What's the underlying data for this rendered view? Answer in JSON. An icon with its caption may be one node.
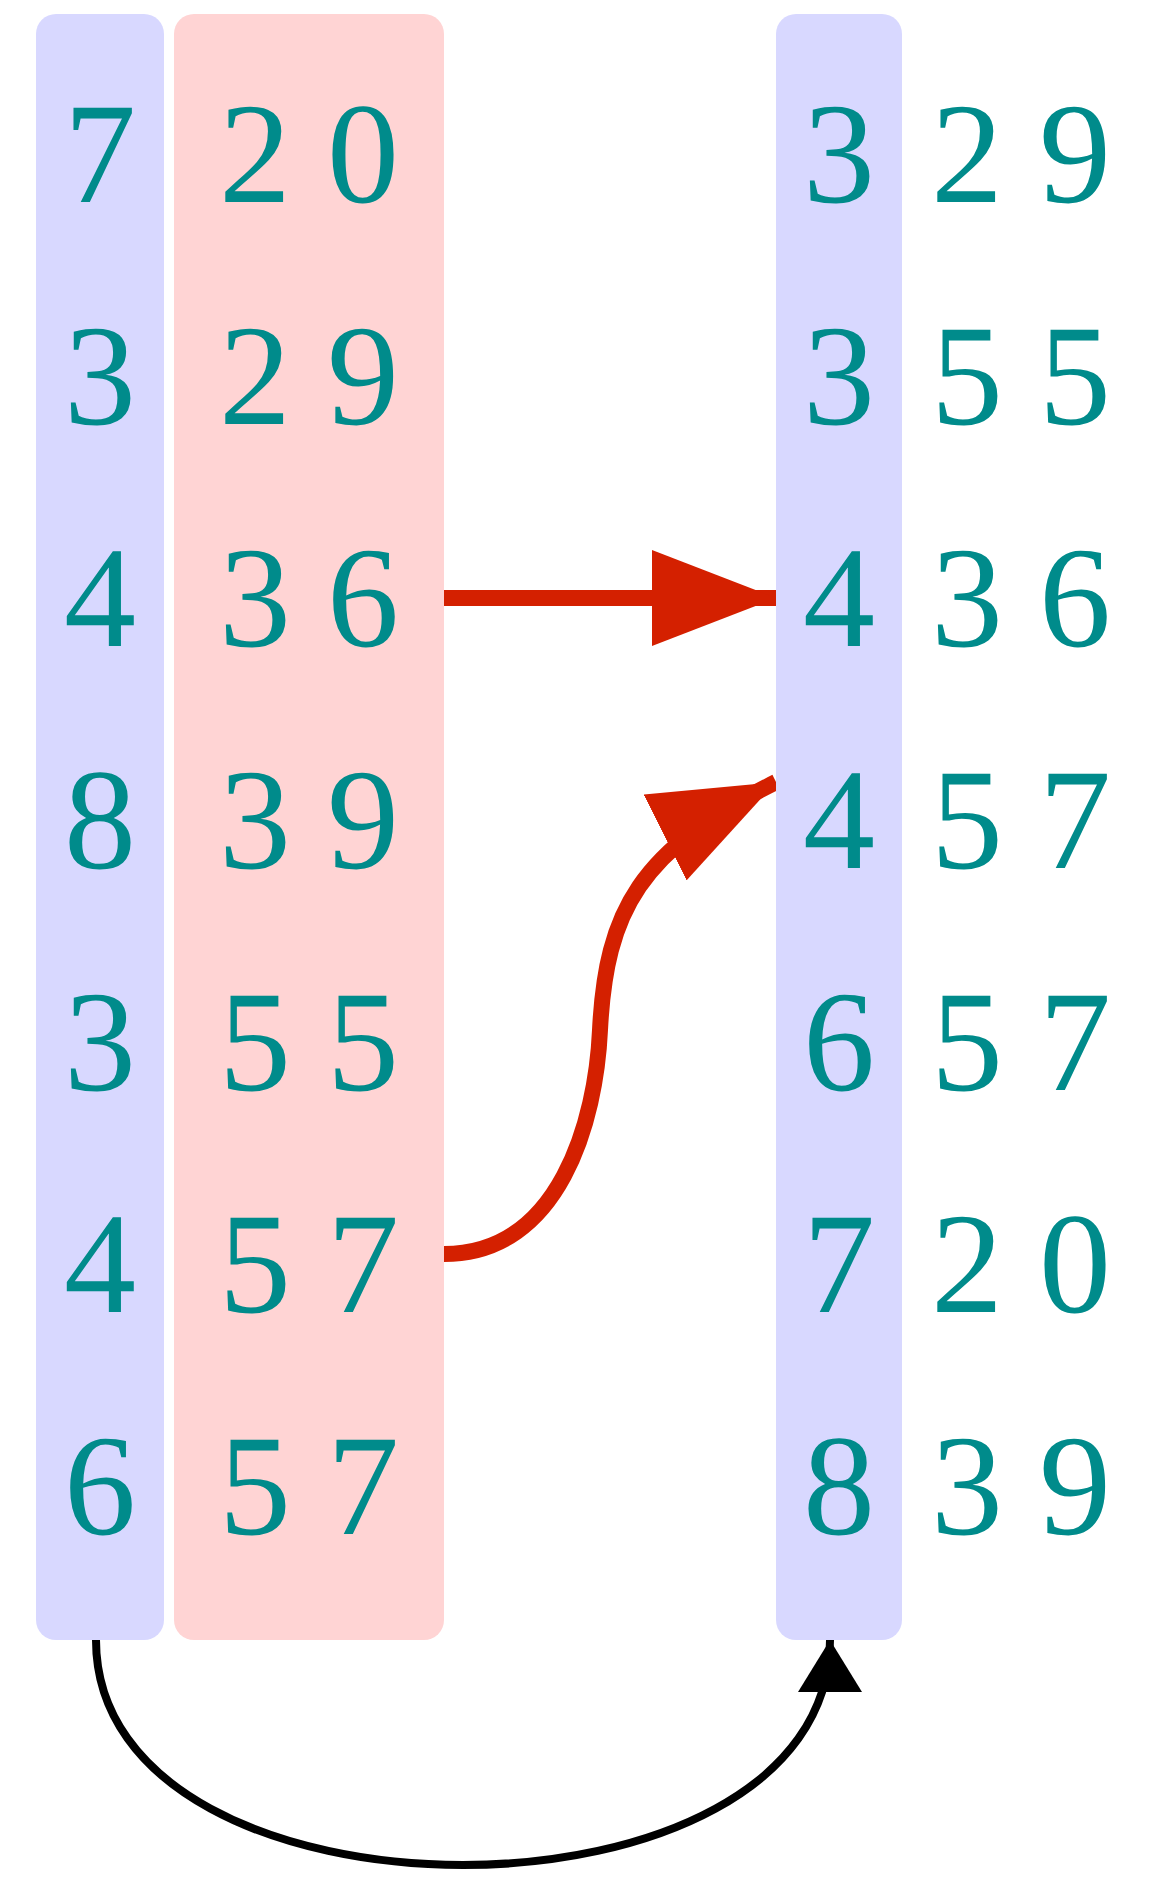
{
  "diagram": {
    "nodes": [
      {
        "text": [],
        "shape": "bar"
      },
      {
        "text": [
          "7"
        ],
        "in": 0
      },
      {
        "text": [
          "3"
        ],
        "in": 0
      },
      {
        "text": [
          "4"
        ],
        "in": 0
      },
      {
        "text": [
          "8"
        ],
        "in": 0
      },
      {
        "text": [
          "3"
        ],
        "in": 0
      },
      {
        "text": [
          "4"
        ],
        "in": 0
      },
      {
        "text": [
          "6"
        ],
        "in": 0
      },
      {
        "text": [],
        "shape": "bar"
      },
      {
        "text": [
          "20"
        ],
        "in": 8
      },
      {
        "text": [
          "29"
        ],
        "in": 8
      },
      {
        "text": [
          "36"
        ],
        "in": 8
      },
      {
        "text": [
          "39"
        ],
        "in": 8
      },
      {
        "text": [
          "55"
        ],
        "in": 8
      },
      {
        "text": [
          "57"
        ],
        "in": 8
      },
      {
        "text": [
          "57"
        ],
        "in": 8
      },
      {
        "text": [],
        "shape": "bar"
      },
      {
        "text": [
          "3"
        ],
        "in": 16
      },
      {
        "text": [
          "3"
        ],
        "in": 16
      },
      {
        "text": [
          "4"
        ],
        "in": 16
      },
      {
        "text": [
          "4"
        ],
        "in": 16
      },
      {
        "text": [
          "6"
        ],
        "in": 16
      },
      {
        "text": [
          "7"
        ],
        "in": 16
      },
      {
        "text": [
          "8"
        ],
        "in": 16
      },
      {
        "text": [
          "29"
        ]
      },
      {
        "text": [
          "55"
        ]
      },
      {
        "text": [
          "36"
        ]
      },
      {
        "text": [
          "57"
        ]
      },
      {
        "text": [
          "57"
        ]
      },
      {
        "text": [
          "20"
        ]
      },
      {
        "text": [
          "39"
        ]
      }
    ],
    "edges": [
      {
        "from": 11,
        "to": 19,
        "arrow": "to",
        "color": "#d42000"
      },
      {
        "from": 14,
        "to": 20,
        "arrow": "to",
        "color": "#d42000"
      },
      {
        "from": 0,
        "to": 16,
        "arrow": "to",
        "color": "#000000"
      }
    ]
  }
}
